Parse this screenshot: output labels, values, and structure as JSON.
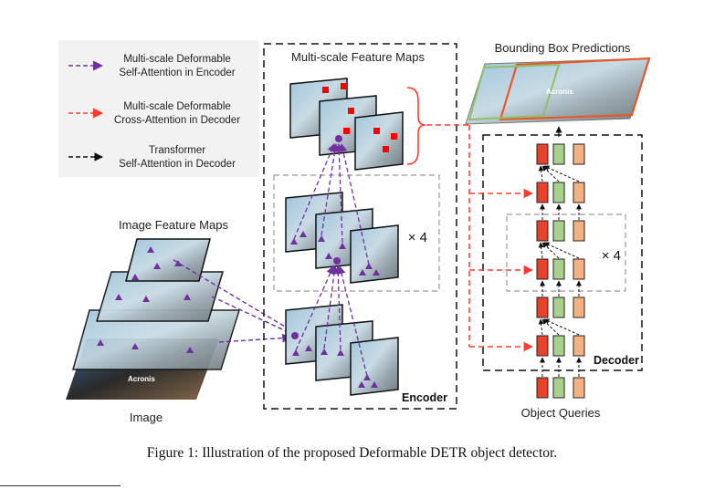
{
  "legend": {
    "items": [
      {
        "line1": "Multi-scale Deformable",
        "line2": "Self-Attention in Encoder",
        "color": "#7030a0"
      },
      {
        "line1": "Multi-scale Deformable",
        "line2": "Cross-Attention in Decoder",
        "color": "#ff3b2f"
      },
      {
        "line1": "Transformer",
        "line2": "Self-Attention in Decoder",
        "color": "#111111"
      }
    ]
  },
  "labels": {
    "multi_scale_feature_maps": "Multi-scale Feature Maps",
    "bounding_box_predictions": "Bounding Box Predictions",
    "image_feature_maps": "Image Feature Maps",
    "image": "Image",
    "encoder": "Encoder",
    "decoder": "Decoder",
    "object_queries": "Object Queries",
    "times4_encoder": "× 4",
    "times4_decoder": "× 4"
  },
  "caption": "Figure 1: Illustration of the proposed Deformable DETR object detector.",
  "colors": {
    "purple": "#7030a0",
    "red_arrow": "#ff3b2f",
    "token_red": "#e8432a",
    "token_green": "#a9d18e",
    "token_orange": "#f4b183",
    "sky": "#b9d7ea"
  }
}
